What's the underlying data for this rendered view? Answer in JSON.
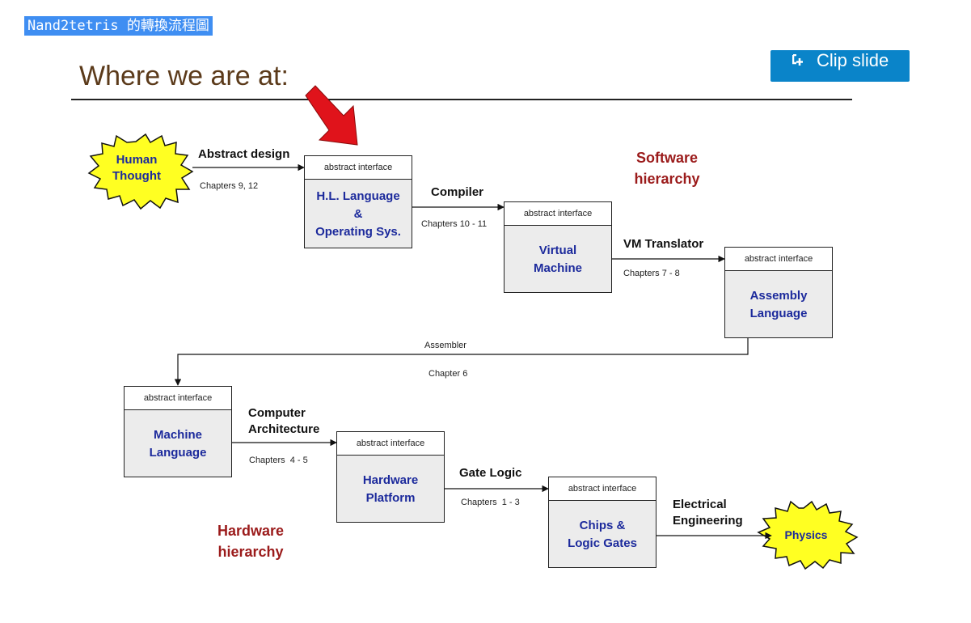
{
  "caption": "Nand2tetris 的轉換流程圖",
  "clip_button": {
    "label": "Clip slide",
    "icon": "clip-icon"
  },
  "slide": {
    "title": "Where we are at:",
    "interface_label": "abstract interface",
    "nodes": {
      "human": "Human\nThought",
      "physics": "Physics",
      "hl": "H.L. Language\n&\nOperating Sys.",
      "vm": "Virtual\nMachine",
      "asm": "Assembly\nLanguage",
      "ml": "Machine\nLanguage",
      "hw": "Hardware\nPlatform",
      "chips": "Chips &\nLogic Gates"
    },
    "edges": {
      "abstract_design": "Abstract design",
      "ch_9_12": "Chapters 9, 12",
      "compiler": "Compiler",
      "ch_10_11": "Chapters 10 - 11",
      "vm_translator": "VM Translator",
      "ch_7_8": "Chapters 7 - 8",
      "assembler": "Assembler",
      "ch_6": "Chapter 6",
      "comp_arch": "Computer\nArchitecture",
      "ch_4_5": "Chapters  4 - 5",
      "gate_logic": "Gate Logic",
      "ch_1_3": "Chapters  1 - 3",
      "elec_eng": "Electrical\nEngineering"
    },
    "software_hierarchy": "Software\nhierarchy",
    "hardware_hierarchy": "Hardware\nhierarchy"
  },
  "colors": {
    "caption_bg": "#3f8ef2",
    "button_bg": "#0a84c9",
    "node_text": "#1c2a9c",
    "hierarchy_text": "#9b1b1b",
    "burst": "#ffff22",
    "arrow": "#e0131b"
  }
}
